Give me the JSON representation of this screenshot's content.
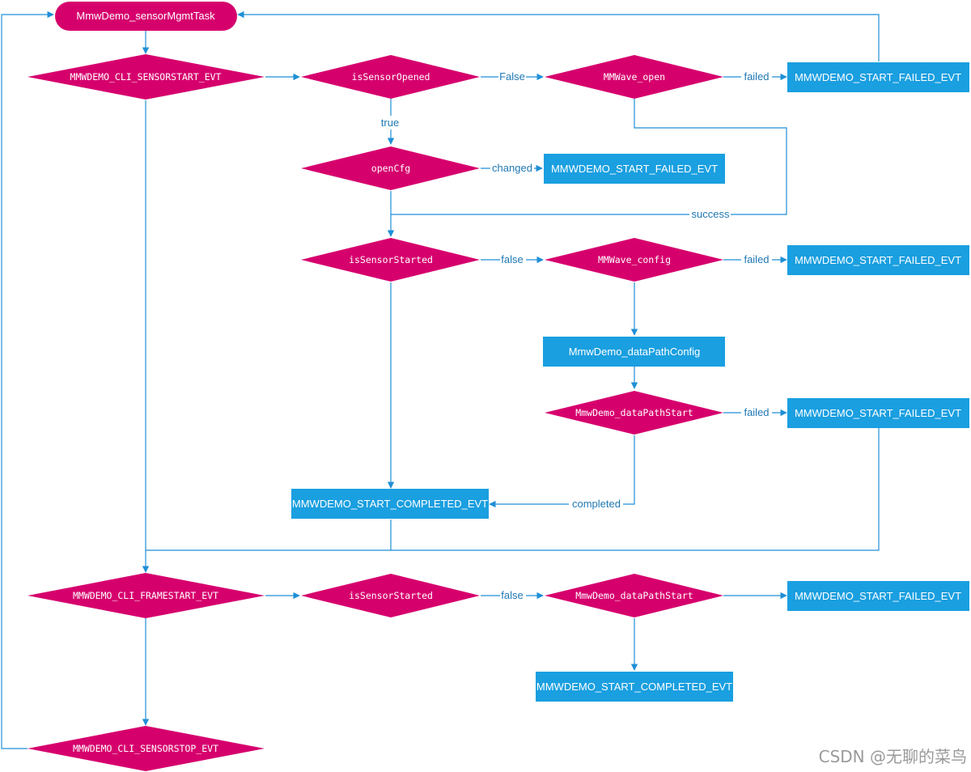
{
  "colors": {
    "decision": "#d6006d",
    "process": "#1a9fe0",
    "terminal": "#d6006d",
    "edge": "#1f8fd6",
    "node_text": "#ffffff",
    "edge_text": "#1f78b4"
  },
  "nodes": {
    "task": "MmwDemo_sensorMgmtTask",
    "d_sensorstart": "MMWDEMO_CLI_SENSORSTART_EVT",
    "d_isopened": "isSensorOpened",
    "d_mmwopen": "MMWave_open",
    "f1": "MMWDEMO_START_FAILED_EVT",
    "d_opencfg": "openCfg",
    "f2": "MMWDEMO_START_FAILED_EVT",
    "d_isstarted1": "isSensorStarted",
    "d_mmwconfig": "MMWave_config",
    "f3": "MMWDEMO_START_FAILED_EVT",
    "p_dpconfig": "MmwDemo_dataPathConfig",
    "d_dpstart1": "MmwDemo_dataPathStart",
    "f4": "MMWDEMO_START_FAILED_EVT",
    "c1": "MMWDEMO_START_COMPLETED_EVT",
    "d_framestart": "MMWDEMO_CLI_FRAMESTART_EVT",
    "d_isstarted2": "isSensorStarted",
    "d_dpstart2": "MmwDemo_dataPathStart",
    "f5": "MMWDEMO_START_FAILED_EVT",
    "c2": "MMWDEMO_START_COMPLETED_EVT",
    "d_sensorstop": "MMWDEMO_CLI_SENSORSTOP_EVT"
  },
  "edge_labels": {
    "false_open": "False",
    "failed_open": "failed",
    "true_opened": "true",
    "changed": "changed",
    "success": "success",
    "false_started1": "false",
    "failed_config": "failed",
    "failed_dpstart": "failed",
    "completed": "completed",
    "false_started2": "false"
  },
  "watermark": "CSDN @无聊的菜鸟"
}
